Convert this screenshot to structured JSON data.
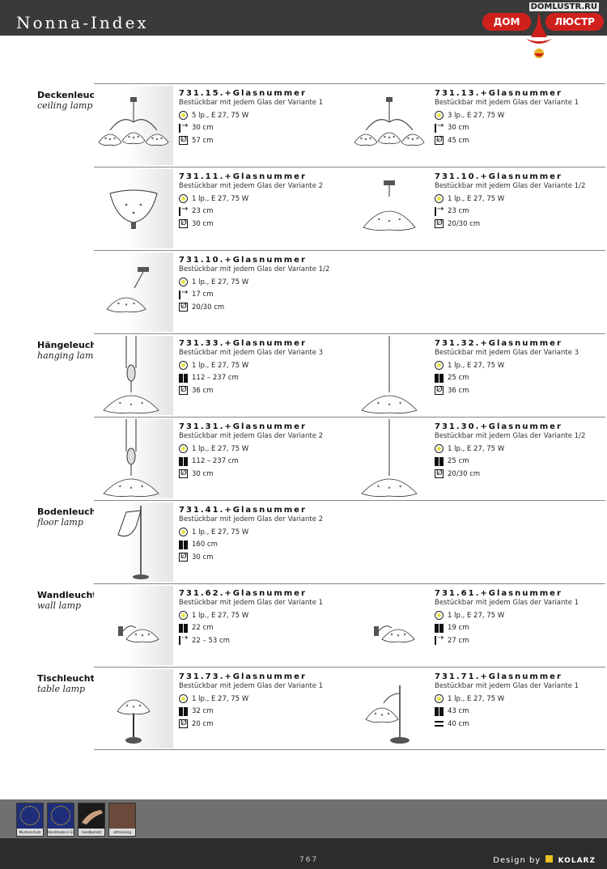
{
  "header": {
    "title": "Nonna-Index",
    "logo_url": "DOMLUSTR.RU",
    "logo_left": "ДОМ",
    "logo_right": "ЛЮСТР"
  },
  "sections": [
    {
      "de": "Deckenleuchte",
      "en": "ceiling lamp",
      "rows": [
        [
          {
            "art": "731.15.+Glasnummer",
            "desc": "Bestückbar mit jedem Glas der Variante 1",
            "specs": [
              [
                "bulb",
                "5 lp., E 27, 75 W"
              ],
              [
                "depth",
                "30 cm"
              ],
              [
                "diam",
                "57 cm"
              ]
            ]
          },
          {
            "art": "731.13.+Glasnummer",
            "desc": "Bestückbar mit jedem Glas der Variante 1",
            "specs": [
              [
                "bulb",
                "3 lp., E 27, 75 W"
              ],
              [
                "depth",
                "30 cm"
              ],
              [
                "diam",
                "45 cm"
              ]
            ]
          }
        ],
        [
          {
            "art": "731.11.+Glasnummer",
            "desc": "Bestückbar mit jedem Glas der Variante 2",
            "specs": [
              [
                "bulb",
                "1 lp., E 27, 75 W"
              ],
              [
                "depth",
                "23 cm"
              ],
              [
                "diam",
                "30 cm"
              ]
            ]
          },
          {
            "art": "731.10.+Glasnummer",
            "desc": "Bestückbar mit jedem Glas der Variante 1/2",
            "specs": [
              [
                "bulb",
                "1 lp., E 27, 75 W"
              ],
              [
                "depth",
                "23 cm"
              ],
              [
                "diam",
                "20/30 cm"
              ]
            ]
          }
        ],
        [
          {
            "art": "731.10.+Glasnummer",
            "desc": "Bestückbar mit jedem Glas der Variante 1/2",
            "specs": [
              [
                "bulb",
                "1 lp., E 27, 75 W"
              ],
              [
                "depth",
                "17 cm"
              ],
              [
                "diam",
                "20/30 cm"
              ]
            ]
          }
        ]
      ]
    },
    {
      "de": "Hängeleuchte",
      "en": "hanging lamp",
      "rows": [
        [
          {
            "art": "731.33.+Glasnummer",
            "desc": "Bestückbar mit jedem Glas der Variante 3",
            "specs": [
              [
                "bulb",
                "1 lp., E 27, 75 W"
              ],
              [
                "height",
                "112 – 237 cm"
              ],
              [
                "diam",
                "36 cm"
              ]
            ]
          },
          {
            "art": "731.32.+Glasnummer",
            "desc": "Bestückbar mit jedem Glas der Variante 3",
            "specs": [
              [
                "bulb",
                "1 lp., E 27, 75 W"
              ],
              [
                "height",
                "25 cm"
              ],
              [
                "diam",
                "36 cm"
              ]
            ]
          }
        ],
        [
          {
            "art": "731.31.+Glasnummer",
            "desc": "Bestückbar mit jedem Glas der Variante 2",
            "specs": [
              [
                "bulb",
                "1 lp., E 27, 75 W"
              ],
              [
                "height",
                "112 – 237 cm"
              ],
              [
                "diam",
                "30 cm"
              ]
            ]
          },
          {
            "art": "731.30.+Glasnummer",
            "desc": "Bestückbar mit jedem Glas der Variante 1/2",
            "specs": [
              [
                "bulb",
                "1 lp., E 27, 75 W"
              ],
              [
                "height",
                "25 cm"
              ],
              [
                "diam",
                "20/30 cm"
              ]
            ]
          }
        ]
      ]
    },
    {
      "de": "Bodenleuchte",
      "en": "floor lamp",
      "rows": [
        [
          {
            "art": "731.41.+Glasnummer",
            "desc": "Bestückbar mit jedem Glas der Variante 2",
            "specs": [
              [
                "bulb",
                "1 lp., E 27, 75 W"
              ],
              [
                "height",
                "160 cm"
              ],
              [
                "diam",
                "30 cm"
              ]
            ]
          }
        ]
      ]
    },
    {
      "de": "Wandleuchte",
      "en": "wall lamp",
      "rows": [
        [
          {
            "art": "731.62.+Glasnummer",
            "desc": "Bestückbar mit jedem Glas der Variante 1",
            "specs": [
              [
                "bulb",
                "1 lp., E 27, 75 W"
              ],
              [
                "height",
                "22 cm"
              ],
              [
                "adjust",
                "22 – 53 cm"
              ]
            ]
          },
          {
            "art": "731.61.+Glasnummer",
            "desc": "Bestückbar mit jedem Glas der Variante 1",
            "specs": [
              [
                "bulb",
                "1 lp., E 27, 75 W"
              ],
              [
                "height",
                "19 cm"
              ],
              [
                "adjust",
                "27 cm"
              ]
            ]
          }
        ]
      ]
    },
    {
      "de": "Tischleuchte",
      "en": "table lamp",
      "rows": [
        [
          {
            "art": "731.73.+Glasnummer",
            "desc": "Bestückbar mit jedem Glas der Variante 1",
            "specs": [
              [
                "bulb",
                "1 lp., E 27, 75 W"
              ],
              [
                "height",
                "32 cm"
              ],
              [
                "diam",
                "20 cm"
              ]
            ]
          },
          {
            "art": "731.71.+Glasnummer",
            "desc": "Bestückbar mit jedem Glas der Variante 1",
            "specs": [
              [
                "bulb",
                "1 lp., E 27, 75 W"
              ],
              [
                "height",
                "43 cm"
              ],
              [
                "width",
                "40 cm"
              ]
            ]
          }
        ]
      ]
    }
  ],
  "footer": {
    "badges": [
      "Musterschutz",
      "Handmade in EU",
      "handbemalt",
      "altmessing"
    ],
    "page_number": "767",
    "design_by": "Design by",
    "design_brand": "KOLARZ"
  }
}
